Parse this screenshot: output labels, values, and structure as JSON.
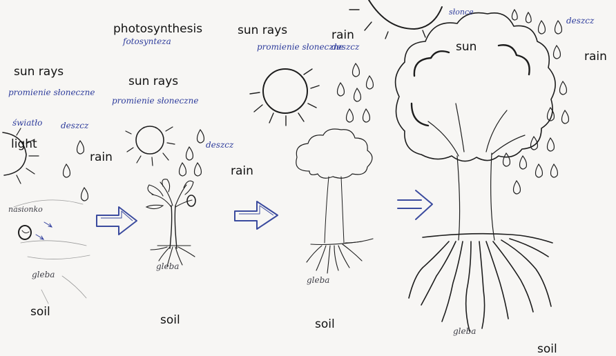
{
  "colors": {
    "pencil": "#1d1d1d",
    "light_pencil": "#8c8c8c",
    "handwriting_blue": "#2f3d9c",
    "arrow_blue": "#3a4a9e",
    "paper": "#f7f6f4"
  },
  "stages": [
    {
      "light_label": "light",
      "light_handwritten": "światło",
      "sun_rays_label": "sun rays",
      "sun_rays_handwritten": "promienie słoneczne",
      "rain_label": "rain",
      "rain_handwritten": "deszcz",
      "seed_handwritten": "nasionko",
      "soil_label": "soil",
      "soil_handwritten": "gleba"
    },
    {
      "title_label": "photosynthesis",
      "title_handwritten": "fotosynteza",
      "sun_rays_label": "sun rays",
      "sun_rays_handwritten": "promienie słoneczne",
      "rain_label": "rain",
      "rain_handwritten": "deszcz",
      "soil_label": "soil",
      "soil_handwritten": "gleba"
    },
    {
      "sun_rays_label": "sun rays",
      "sun_rays_handwritten": "promienie słoneczne",
      "rain_label": "rain",
      "rain_handwritten": "deszcz",
      "soil_label": "soil",
      "soil_handwritten": "gleba"
    },
    {
      "sun_label": "sun",
      "sun_handwritten": "słonce",
      "rain_label": "rain",
      "rain_handwritten": "deszcz",
      "soil_label": "soil",
      "soil_handwritten": "gleba"
    }
  ]
}
